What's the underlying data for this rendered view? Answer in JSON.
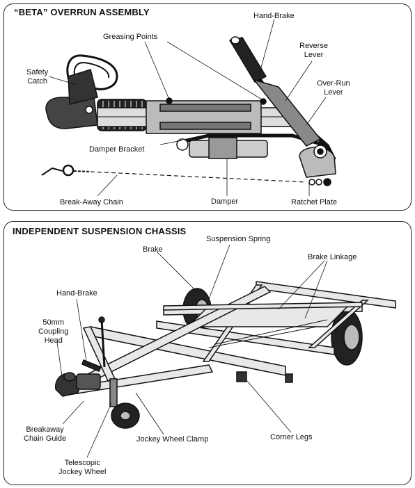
{
  "top_panel": {
    "title": "“BETA” OVERRUN  ASSEMBLY",
    "labels": {
      "hand_brake": "Hand-Brake",
      "greasing_points": "Greasing Points",
      "reverse_lever": "Reverse\nLever",
      "safety_catch": "Safety\nCatch",
      "over_run_lever": "Over-Run\nLever",
      "damper_bracket": "Damper Bracket",
      "break_away_chain": "Break-Away Chain",
      "damper": "Damper",
      "ratchet_plate": "Ratchet Plate"
    }
  },
  "bottom_panel": {
    "title": "INDEPENDENT SUSPENSION CHASSIS",
    "labels": {
      "suspension_spring": "Suspension Spring",
      "brake": "Brake",
      "brake_linkage": "Brake Linkage",
      "hand_brake": "Hand-Brake",
      "coupling_head": "50mm\nCoupling\nHead",
      "breakaway_chain_guide": "Breakaway\nChain Guide",
      "jockey_wheel_clamp": "Jockey Wheel Clamp",
      "corner_legs": "Corner Legs",
      "telescopic_jockey_wheel": "Telescopic\nJockey Wheel"
    }
  }
}
